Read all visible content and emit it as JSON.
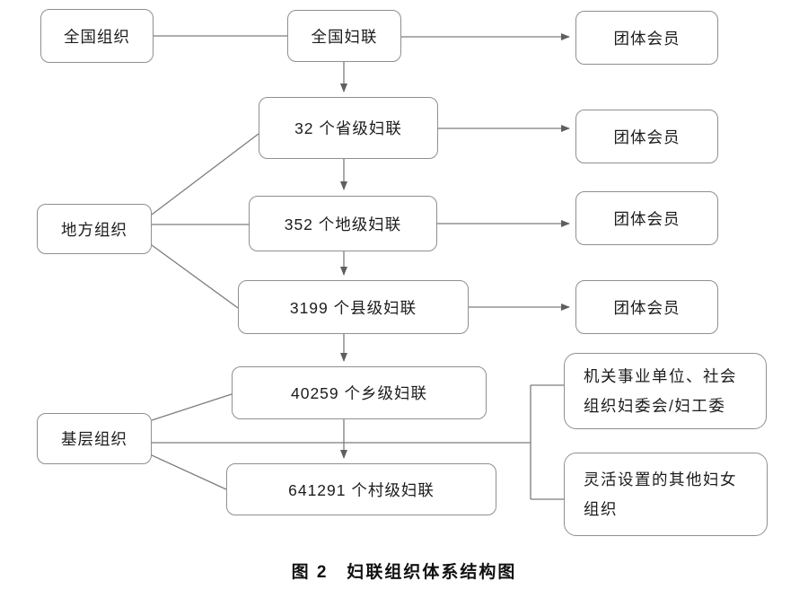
{
  "diagram": {
    "caption": "图 2　妇联组织体系结构图",
    "nodes": {
      "national_org": "全国组织",
      "national_federation": "全国妇联",
      "group_member": "团体会员",
      "provincial": "32 个省级妇联",
      "local_org": "地方组织",
      "prefecture": "352 个地级妇联",
      "county": "3199 个县级妇联",
      "township": "40259 个乡级妇联",
      "grassroots_org": "基层组织",
      "village": "641291 个村级妇联",
      "committee_line1": "机关事业单位、社会",
      "committee_line2": "组织妇委会/妇工委",
      "flexible_line1": "灵活设置的其他妇女",
      "flexible_line2": "组织"
    },
    "edges": [
      {
        "from": "national_org",
        "to": "national_federation",
        "arrow": false
      },
      {
        "from": "national_federation",
        "to": "group_member",
        "arrow": true
      },
      {
        "from": "national_federation",
        "to": "provincial",
        "arrow": true
      },
      {
        "from": "provincial",
        "to": "group_member",
        "arrow": true
      },
      {
        "from": "provincial",
        "to": "prefecture",
        "arrow": true
      },
      {
        "from": "local_org",
        "to": "provincial",
        "arrow": false
      },
      {
        "from": "local_org",
        "to": "prefecture",
        "arrow": false
      },
      {
        "from": "local_org",
        "to": "county",
        "arrow": false
      },
      {
        "from": "prefecture",
        "to": "group_member",
        "arrow": true
      },
      {
        "from": "prefecture",
        "to": "county",
        "arrow": true
      },
      {
        "from": "county",
        "to": "group_member",
        "arrow": true
      },
      {
        "from": "county",
        "to": "township",
        "arrow": true
      },
      {
        "from": "township",
        "to": "village",
        "arrow": true
      },
      {
        "from": "grassroots_org",
        "to": "township",
        "arrow": false
      },
      {
        "from": "grassroots_org",
        "to": "village",
        "arrow": false
      },
      {
        "from": "grassroots_org",
        "to": "committee",
        "arrow": false
      },
      {
        "from": "grassroots_org",
        "to": "flexible",
        "arrow": false
      }
    ],
    "colors": {
      "line": "#7d7d7d",
      "box_border": "#8f8f8f",
      "text": "#1c1c1c"
    }
  }
}
